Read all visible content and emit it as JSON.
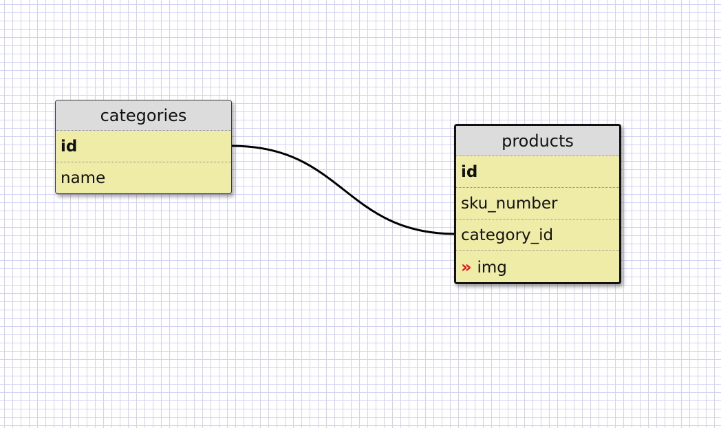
{
  "diagram": {
    "tables": [
      {
        "name": "categories",
        "columns": [
          {
            "name": "id",
            "primary_key": true
          },
          {
            "name": "name"
          }
        ]
      },
      {
        "name": "products",
        "columns": [
          {
            "name": "id",
            "primary_key": true
          },
          {
            "name": "sku_number"
          },
          {
            "name": "category_id"
          },
          {
            "name": "img",
            "icon": "double-chevron-right-icon",
            "icon_glyph": "»"
          }
        ]
      }
    ],
    "relationships": [
      {
        "from": "categories.id",
        "to": "products.category_id"
      }
    ],
    "colors": {
      "header_bg": "#dcdcdc",
      "row_bg": "#efeca8",
      "grid_line": "#d4d2f4",
      "fk_marker": "#e3101c"
    }
  }
}
